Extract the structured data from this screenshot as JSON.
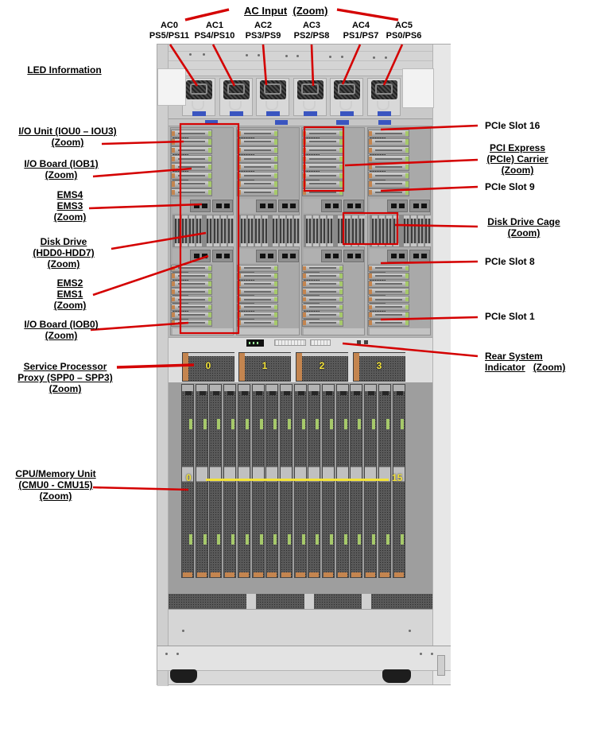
{
  "figure": "Server rear-view callout diagram",
  "top": {
    "heading": "AC Input",
    "heading_zoom": "(Zoom)",
    "ac_inputs": [
      {
        "name": "AC0",
        "ps": "PS5/PS11"
      },
      {
        "name": "AC1",
        "ps": "PS4/PS10"
      },
      {
        "name": "AC2",
        "ps": "PS3/PS9"
      },
      {
        "name": "AC3",
        "ps": "PS2/PS8"
      },
      {
        "name": "AC4",
        "ps": "PS1/PS7"
      },
      {
        "name": "AC5",
        "ps": "PS0/PS6"
      }
    ]
  },
  "left_labels": {
    "led": {
      "l1": "LED Information"
    },
    "io_unit": {
      "l1": "I/O Unit (IOU0 – IOU3)",
      "l2": "(Zoom)"
    },
    "iob1": {
      "l1": "I/O Board (IOB1)",
      "l2": "(Zoom)"
    },
    "ems43": {
      "l1": "EMS4",
      "l2": "EMS3",
      "l3": "(Zoom)"
    },
    "hdd": {
      "l1": "Disk Drive",
      "l2": "(HDD0-HDD7)",
      "l3": "(Zoom)"
    },
    "ems21": {
      "l1": "EMS2",
      "l2": "EMS1",
      "l3": "(Zoom)"
    },
    "iob0": {
      "l1": "I/O Board (IOB0)",
      "l2": "(Zoom)"
    },
    "spp": {
      "l1": "Service Processor",
      "l2": "Proxy (SPP0 – SPP3)",
      "l3": "(Zoom)"
    },
    "cmu": {
      "l1": "CPU/Memory Unit",
      "l2": "(CMU0 - CMU15)",
      "l3": "(Zoom)"
    }
  },
  "right_labels": {
    "pcie16": {
      "l1": "PCIe Slot 16"
    },
    "carrier": {
      "l1": "PCI Express",
      "l2": "(PCIe) Carrier",
      "l3": "(Zoom)"
    },
    "pcie9": {
      "l1": "PCIe Slot 9"
    },
    "cage": {
      "l1": "Disk Drive Cage",
      "l2": "(Zoom)"
    },
    "pcie8": {
      "l1": "PCIe Slot 8"
    },
    "pcie1": {
      "l1": "PCIe Slot 1"
    },
    "rear": {
      "l1": "Rear System",
      "l2a": "Indicator",
      "l2b": "(Zoom)"
    }
  },
  "server": {
    "spp_numbers": [
      "0",
      "1",
      "2",
      "3"
    ],
    "cmu_first_label": "0",
    "cmu_last_label": "15",
    "psu_count": 6,
    "iou_column_count": 4,
    "pcie_carriers_per_stack": 8,
    "disk_drives_per_unit": 8,
    "ems_modules_per_row": 2,
    "spp_module_count": 4,
    "cmu_card_count": 16
  },
  "colors": {
    "callout_red": "#d40000",
    "marker_yellow": "#f2e23a",
    "psu_label_blue": "#3a55c0",
    "carrier_tab_green": "#a6c96a",
    "latch_orange": "#c4854f"
  }
}
